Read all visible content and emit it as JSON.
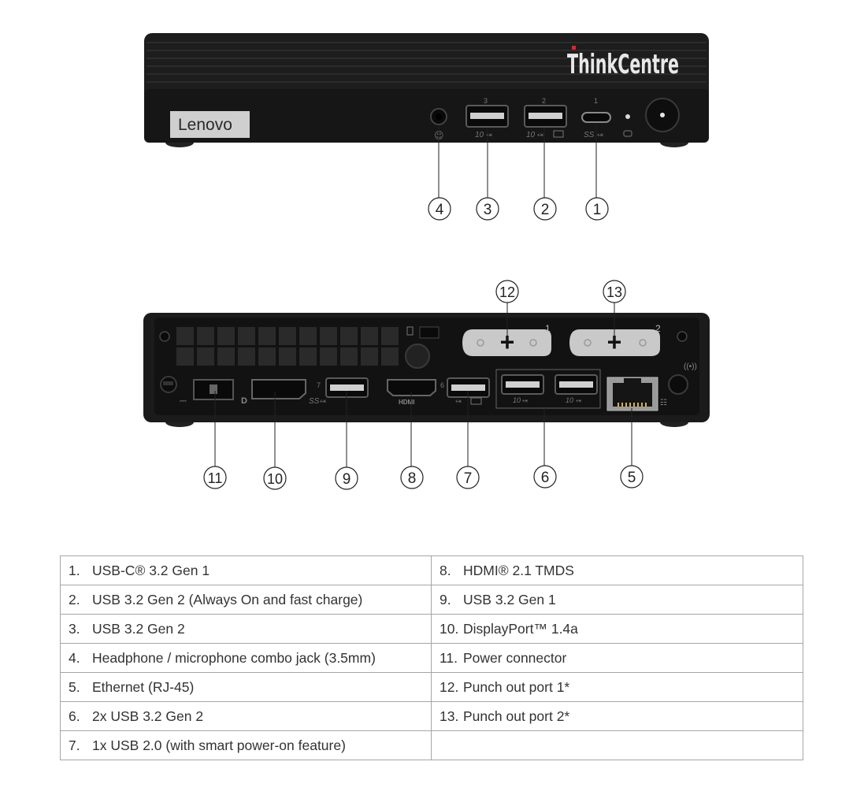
{
  "brand": {
    "lenovo_badge": "Lenovo",
    "thinkcentre_logo": "ThinkCentre"
  },
  "front_panel": {
    "port_numbers": [
      "3",
      "2",
      "1"
    ],
    "port_marks": [
      "10",
      "10",
      "SS"
    ],
    "callouts": [
      "4",
      "3",
      "2",
      "1"
    ]
  },
  "rear_panel": {
    "punch_out_numbers": [
      "1",
      "2"
    ],
    "port_numbers": [
      "7",
      "6"
    ],
    "port_marks": [
      "SS",
      "HDMI",
      "10",
      "10"
    ],
    "callouts": [
      "11",
      "10",
      "9",
      "8",
      "7",
      "6",
      "5",
      "12",
      "13"
    ]
  },
  "ports_table": {
    "rows": [
      {
        "left_num": "1.",
        "left_text": "USB-C® 3.2 Gen 1",
        "right_num": "8.",
        "right_text": "HDMI® 2.1 TMDS"
      },
      {
        "left_num": "2.",
        "left_text": "USB 3.2 Gen 2 (Always On and fast charge)",
        "right_num": "9.",
        "right_text": "USB 3.2 Gen 1"
      },
      {
        "left_num": "3.",
        "left_text": "USB 3.2 Gen 2",
        "right_num": "10.",
        "right_text": "DisplayPort™ 1.4a"
      },
      {
        "left_num": "4.",
        "left_text": "Headphone / microphone combo jack (3.5mm)",
        "right_num": "11.",
        "right_text": "Power connector"
      },
      {
        "left_num": "5.",
        "left_text": "Ethernet (RJ-45)",
        "right_num": "12.",
        "right_text": "Punch out port 1*"
      },
      {
        "left_num": "6.",
        "left_text": "2x USB 3.2 Gen 2",
        "right_num": "13.",
        "right_text": "Punch out port 2*"
      },
      {
        "left_num": "7.",
        "left_text": "1x USB 2.0 (with smart power-on feature)",
        "right_num": "",
        "right_text": ""
      }
    ]
  }
}
